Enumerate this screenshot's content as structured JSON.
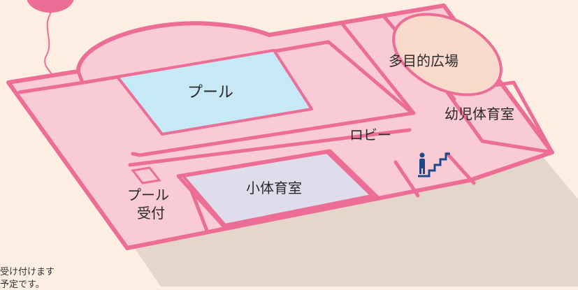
{
  "floor_map": {
    "rooms": {
      "pool": "プール",
      "multipurpose_plaza": "多目的広場",
      "toddler_gym": "幼児体育室",
      "lobby": "ロビー",
      "small_gym": "小体育室",
      "pool_reception_line1": "プール",
      "pool_reception_line2": "受付"
    },
    "icons": [
      "balloon-icon",
      "stairs-person-icon"
    ],
    "colors": {
      "background": "#fdeee2",
      "floor_fill": "#f8cbd5",
      "wall": "#ec6d96",
      "pool_water": "#c7e9f6",
      "small_gym_floor": "#dfdcec",
      "plaza_oval": "#f8d9cc",
      "shadow": "#e5d6cb",
      "stairs_icon": "#1b4a8a"
    }
  },
  "notes": {
    "line1": "受け付けます",
    "line2": "予定です。"
  }
}
